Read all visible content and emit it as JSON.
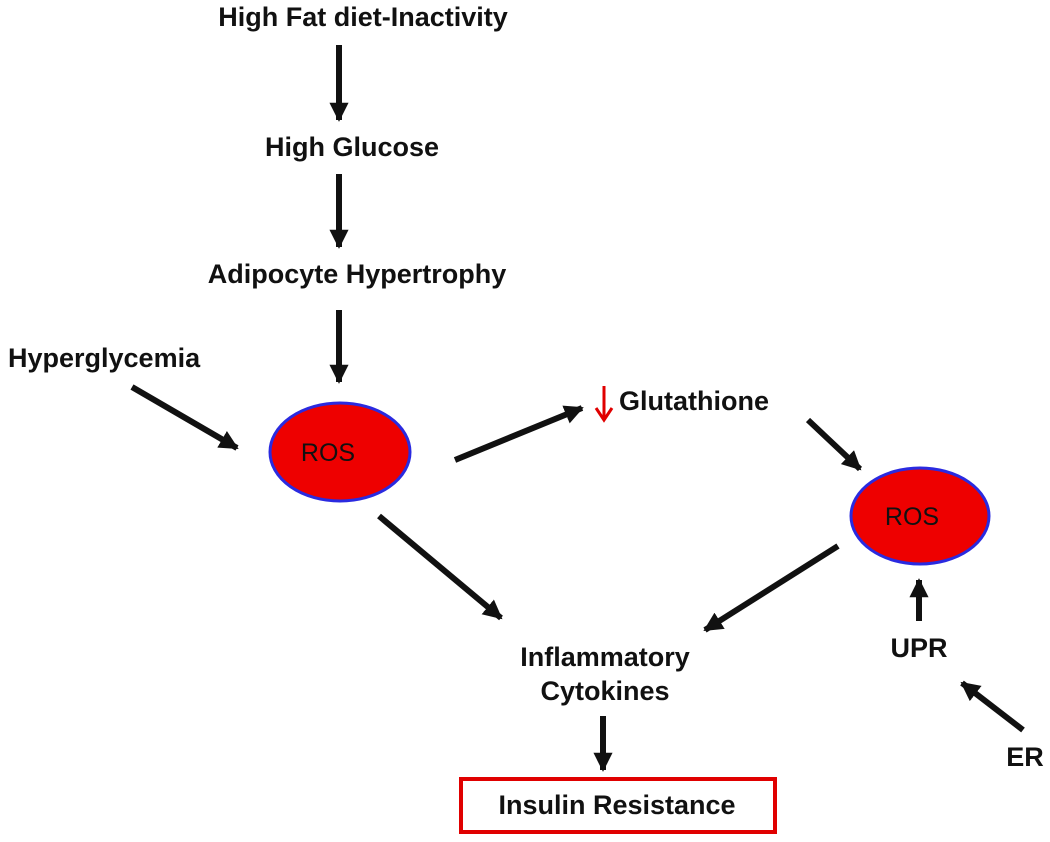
{
  "nodes": {
    "high_fat": "High Fat diet-Inactivity",
    "high_glucose": "High Glucose",
    "adipocyte": "Adipocyte Hypertrophy",
    "hyperglycemia": "Hyperglycemia",
    "ros_left": "ROS",
    "glutathione": "Glutathione",
    "ros_right": "ROS",
    "inflammatory_line1": "Inflammatory",
    "inflammatory_line2": "Cytokines",
    "upr": "UPR",
    "er": "ER",
    "insulin_resistance": "Insulin Resistance"
  },
  "colors": {
    "ros_fill": "#ee0000",
    "ros_stroke": "#2a2ae0",
    "arrow": "#111111",
    "decrease_arrow": "#e00000",
    "outcome_border": "#e00000"
  }
}
